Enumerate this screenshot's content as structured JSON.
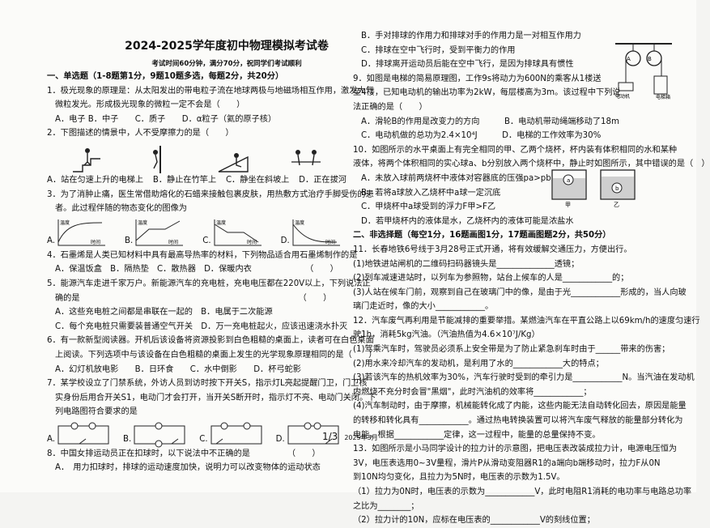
{
  "header": {
    "title": "2024-2025学年度初中物理模拟考试卷",
    "subtitle": "考试时间60分钟，满分70分，祝同学们考试顺利"
  },
  "left": {
    "section1": "一、单选题（1-8题第1分，9题10题多选，每题2分，共20分）",
    "lines": [
      "1．极光现象的原理是：从太阳发出的带电粒子流在地球两极与地磁场相互作用，激发大气",
      "微粒发光。形成极光现象的微粒一定不会是（　　）",
      "A．电子 B．中子　　C．质子　　D．α粒子（氦的原子核）",
      "2．下图描述的情景中，人不受摩擦力的是（　　）"
    ],
    "q2_options": [
      "A．站在匀速上升的电梯上",
      "B．静止在竹竿上",
      "C．静坐在斜坡上",
      "D．正在拔河"
    ],
    "q3": [
      "3．为了消肿止痛，医生常借助熔化的石蜡来接触包裹皮肤，用热敷方式治疗手脚受伤的患",
      "者。此过程伴随的物态变化的图像为"
    ],
    "q3_axis": [
      "温度",
      "时间"
    ],
    "q3_options": [
      "A.",
      "B.",
      "C.",
      "D."
    ],
    "q4": [
      "4．石墨烯是人类已知材料中具有最高导热率的材料，下列物品适合用石墨烯制作的是",
      "A．保温饭盒　B．隔热垫　C．散热器　D．保暖内衣　　　　　　　（　　）",
      "5．能源汽车走进千家万户。新能源汽车的充电桩，充电电压都在220V以上，下列说法正",
      "确的是　　　　　　　　　　　　　　　　　　　　　　　　　　　（　　）",
      "A．这些充电桩之间都是串联在一起的　B．电属于二次能源",
      "C．每个充电桩只需要装普通空气开关　D．万一充电桩起火，应该迅速浇水扑灭",
      "6．有一款新型阅读器。开机后该设备将资源投影到白色粗糙的桌面上，读者可在白色桌面",
      "上阅读。下列选项中与该设备在白色粗糙的桌面上发生的光学现象原理相同的是（　　）",
      "A．幻灯机放电影　　B．日环食　　C．水中倒影　　D．杯弓蛇影",
      "7．某学校设立了门禁系统，外访人员到访时按下开关S，指示灯L亮起提醒门卫，门卫核",
      "实身份后用合开关S1，电动门才会打开，当开关S断开时，指示灯不亮、电动门关闭。下",
      "列电路图符合要求的是"
    ],
    "q7_options": [
      "A.",
      "B.",
      "C.",
      "D."
    ],
    "q8": [
      "8．中国女排运动员正在扣球时，以下说法中不正确的是　　　　　（　　）",
      "A．　用力扣球时，排球的运动速度加快，说明力可以改变物体的运动状态"
    ]
  },
  "right": {
    "lines_a": [
      "B．手对排球的作用力和排球对手的作用力是一对相互作用力",
      "C．排球在空中飞行时，受到平衡力的作用",
      "D．排球离开运动员后能在空中飞行，是因为排球具有惯性",
      "9．如图是电梯的简易原理图，工作9s将动力为600N的乘客从1楼送",
      "至4楼，已知电动机的输出功率为2kW，每层楼高为3m。该过程中下列说",
      "法正确的是（　　）",
      "A．滑轮B的作用是改变力的方向　　　B．电动机带动绳端移动了18m",
      "C．电动机做的总功为2.4×10⁴J　　　D．电梯的工作效率为30%",
      "10．如图所示的水平桌面上有完全相同的甲、乙两个烧杯，杯内装有体积相同的水和某种",
      "液体，将两个体积相同的实心球a、b分别放入两个烧杯中，静止时如图所示，其中错误的是（　）",
      "A．未放入球前两烧杯中液体对容器底的压强pa>pb",
      "B．若将a球放入乙烧杯中a球一定沉底",
      "C．甲烧杯中a球受到的浮力F甲>F乙",
      "D．若甲烧杯内的液体是水，乙烧杯内的液体可能是浓盐水"
    ],
    "q9_labels": [
      "A",
      "B",
      "电动机",
      "电梯箱"
    ],
    "q10_labels": [
      "甲",
      "乙",
      "a",
      "b"
    ],
    "section2": "二、非选择题（每空1分，16题画图1分，17题画图题2分，共50分）",
    "lines_b": [
      "11．长春地铁6号线于3月28号正式开通，将有效缓解交通压力，方便出行。",
      "(1)地铁进站闸机的二维码扫码器镜头是______________透镜；",
      "(2)列车减速进站时，以列车为参照物，站台上候车的人是____________的；",
      "(3)人站在候车门前，观察到自己在玻璃门中的像，是由于光____________形成的，当人向玻",
      "璃门走近时，像的大小____________。",
      "12．汽车废气再利用是节能减排的重要举措。某燃油汽车在平直公路上以69km/h的速度匀速行",
      "驶1h，消耗5kg汽油。（汽油热值为4.6×10⁷J/Kg）",
      "(1)驾乘汽车时，驾驶员必须系上安全带是为了防止紧急刹车时由于______带来的伤害；",
      "(2)用水来冷却汽车的发动机，是利用了水的____________大的特点；",
      "(3)若该汽车的热机效率为30%，汽车行驶时受到的牵引力是____________N。当汽油在发动机",
      "内燃烧不充分时会冒\"黑烟\"，此时汽油机的效率将____________；",
      "(4)汽车制动时，由于摩擦，机械能转化成了内能，这些内能无法自动转化回去，原因是能量",
      "的转移和转化具有____________。通过热电转换装置可以将汽车废气释放的能量部分转化为",
      "电能，根据____________定律，这一过程中，能量的总量保持不变。",
      "13．如图所示是小马同学设计的拉力计的示意图，把电压表改装成拉力计，电源电压恒为",
      "3V，电压表选用0~3V量程，滑片P从滑动变阻器R1的a端向b端移动时，拉力F从0N",
      "到10N均匀变化，且拉力为5N时，电压表的示数为1.5V。",
      "（1）拉力为0N时，电压表的示数为____________V，此时电阻R1消耗的电功率与电路总功率",
      "之比为________；",
      "（2）拉力计的10N，应标在电压表的____________V的刻线位置；"
    ]
  },
  "footer": {
    "page": "1/3",
    "date": "2025年3月"
  }
}
